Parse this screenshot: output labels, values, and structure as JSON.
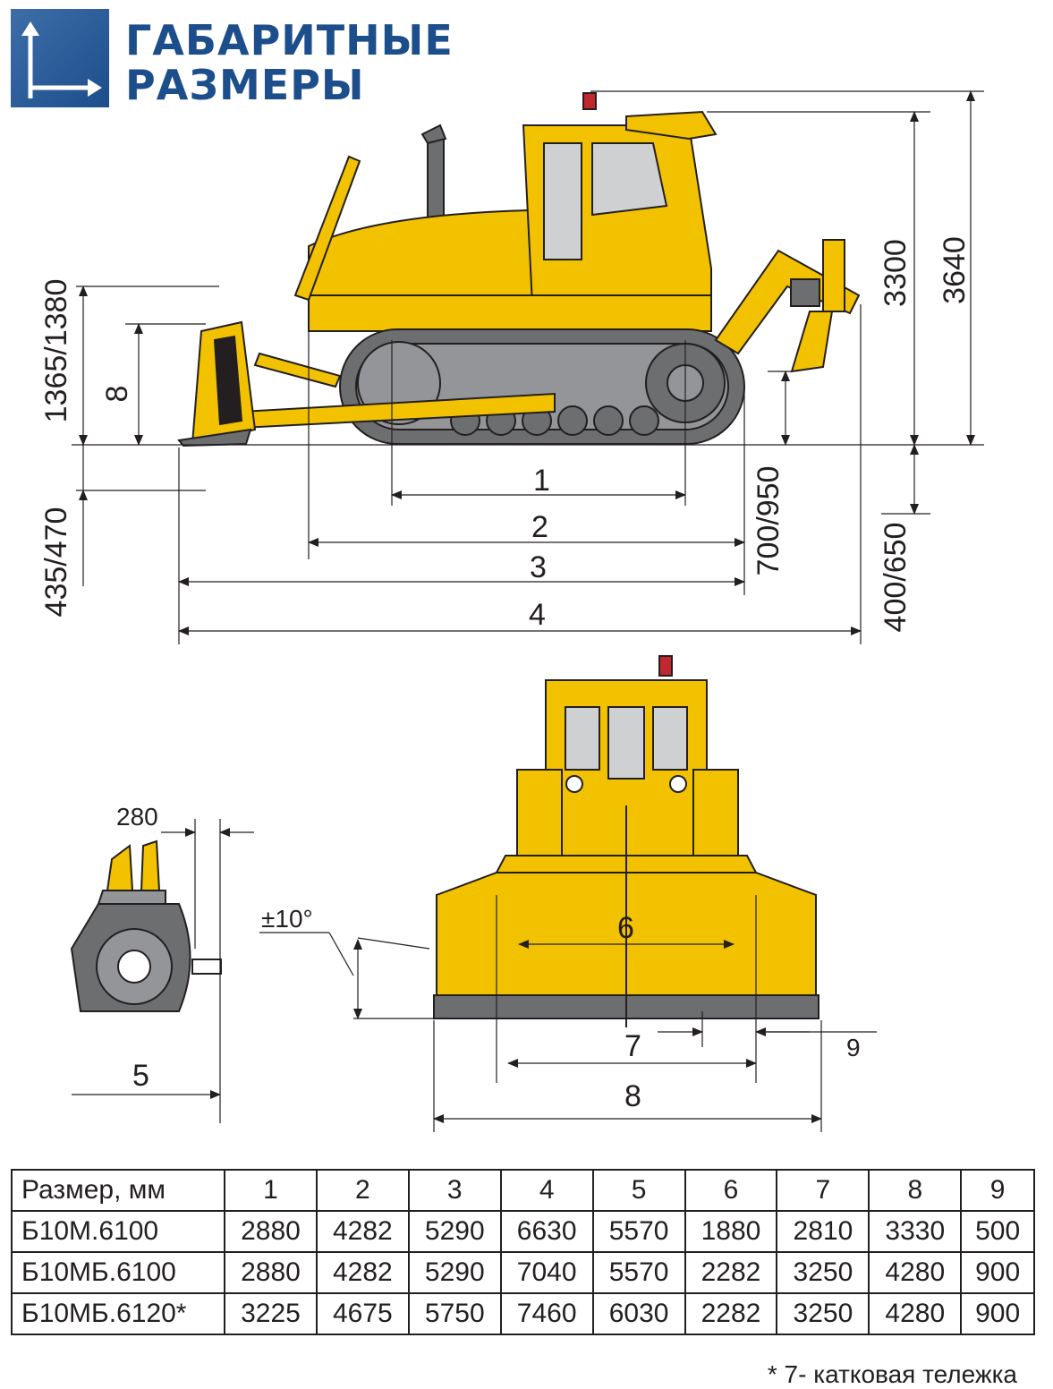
{
  "header": {
    "title_line1": "ГАБАРИТНЫЕ",
    "title_line2": "РАЗМЕРЫ",
    "icon": "dimensions-arrows-icon"
  },
  "colors": {
    "brand_blue": "#1d4e8c",
    "machine_yellow": "#f2c200",
    "track_gray": "#6d6e70",
    "line_black": "#231f20"
  },
  "side_view": {
    "labels": {
      "d1": "1",
      "d2": "2",
      "d3": "3",
      "d4": "4",
      "d8": "8",
      "h1365": "1365/1380",
      "h435": "435/470",
      "h700": "700/950",
      "h400": "400/650",
      "h3300": "3300",
      "h3640": "3640"
    }
  },
  "ripper_view": {
    "labels": {
      "d280": "280",
      "d5": "5"
    }
  },
  "front_view": {
    "labels": {
      "tilt": "±10°",
      "d6": "6",
      "d7": "7",
      "d8": "8",
      "d9": "9"
    }
  },
  "table": {
    "header": [
      "Размер, мм",
      "1",
      "2",
      "3",
      "4",
      "5",
      "6",
      "7",
      "8",
      "9"
    ],
    "rows": [
      [
        "Б10М.6100",
        "2880",
        "4282",
        "5290",
        "6630",
        "5570",
        "1880",
        "2810",
        "3330",
        "500"
      ],
      [
        "Б10МБ.6100",
        "2880",
        "4282",
        "5290",
        "7040",
        "5570",
        "2282",
        "3250",
        "4280",
        "900"
      ],
      [
        "Б10МБ.6120*",
        "3225",
        "4675",
        "5750",
        "7460",
        "6030",
        "2282",
        "3250",
        "4280",
        "900"
      ]
    ]
  },
  "footnote": "* 7- катковая тележка"
}
